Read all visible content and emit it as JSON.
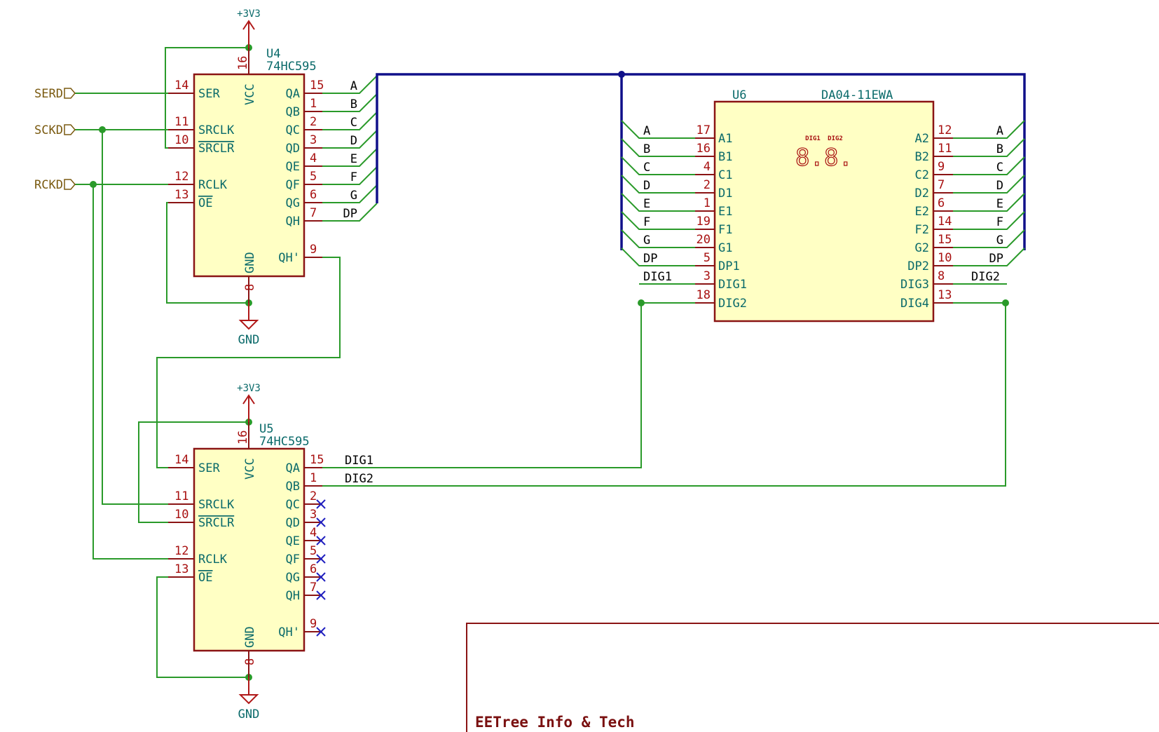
{
  "hierarchical_labels": {
    "serd": "SERD",
    "sckd": "SCKD",
    "rckd": "RCKD"
  },
  "power": {
    "vcc_u4": "+3V3",
    "vcc_u5": "+3V3",
    "gnd_u4": "GND",
    "gnd_u5": "GND"
  },
  "u4": {
    "ref": "U4",
    "value": "74HC595",
    "pins_left": [
      {
        "name": "SER",
        "num": "14"
      },
      {
        "name": "SRCLK",
        "num": "11"
      },
      {
        "name": "SRCLR",
        "num": "10"
      },
      {
        "name": "RCLK",
        "num": "12"
      },
      {
        "name": "OE",
        "num": "13"
      }
    ],
    "pins_right": [
      {
        "name": "QA",
        "num": "15",
        "net": "A"
      },
      {
        "name": "QB",
        "num": "1",
        "net": "B"
      },
      {
        "name": "QC",
        "num": "2",
        "net": "C"
      },
      {
        "name": "QD",
        "num": "3",
        "net": "D"
      },
      {
        "name": "QE",
        "num": "4",
        "net": "E"
      },
      {
        "name": "QF",
        "num": "5",
        "net": "F"
      },
      {
        "name": "QG",
        "num": "6",
        "net": "G"
      },
      {
        "name": "QH",
        "num": "7",
        "net": "DP"
      },
      {
        "name": "QH'",
        "num": "9",
        "net": ""
      }
    ],
    "vcc": {
      "name": "VCC",
      "num": "16"
    },
    "gnd": {
      "name": "GND",
      "num": "8"
    }
  },
  "u5": {
    "ref": "U5",
    "value": "74HC595",
    "pins_left": [
      {
        "name": "SER",
        "num": "14"
      },
      {
        "name": "SRCLK",
        "num": "11"
      },
      {
        "name": "SRCLR",
        "num": "10"
      },
      {
        "name": "RCLK",
        "num": "12"
      },
      {
        "name": "OE",
        "num": "13"
      }
    ],
    "pins_right": [
      {
        "name": "QA",
        "num": "15",
        "net": "DIG1"
      },
      {
        "name": "QB",
        "num": "1",
        "net": "DIG2"
      },
      {
        "name": "QC",
        "num": "2",
        "net": ""
      },
      {
        "name": "QD",
        "num": "3",
        "net": ""
      },
      {
        "name": "QE",
        "num": "4",
        "net": ""
      },
      {
        "name": "QF",
        "num": "5",
        "net": ""
      },
      {
        "name": "QG",
        "num": "6",
        "net": ""
      },
      {
        "name": "QH",
        "num": "7",
        "net": ""
      },
      {
        "name": "QH'",
        "num": "9",
        "net": ""
      }
    ],
    "vcc": {
      "name": "VCC",
      "num": "16"
    },
    "gnd": {
      "name": "GND",
      "num": "8"
    }
  },
  "u6": {
    "ref": "U6",
    "value": "DA04-11EWA",
    "display_text": "8.8.",
    "digit_labels": [
      "DIG1",
      "DIG2"
    ],
    "pins_left": [
      {
        "name": "A1",
        "num": "17",
        "net": "A"
      },
      {
        "name": "B1",
        "num": "16",
        "net": "B"
      },
      {
        "name": "C1",
        "num": "4",
        "net": "C"
      },
      {
        "name": "D1",
        "num": "2",
        "net": "D"
      },
      {
        "name": "E1",
        "num": "1",
        "net": "E"
      },
      {
        "name": "F1",
        "num": "19",
        "net": "F"
      },
      {
        "name": "G1",
        "num": "20",
        "net": "G"
      },
      {
        "name": "DP1",
        "num": "5",
        "net": "DP"
      },
      {
        "name": "DIG1",
        "num": "3",
        "net": "DIG1"
      },
      {
        "name": "DIG2",
        "num": "18",
        "net": ""
      }
    ],
    "pins_right": [
      {
        "name": "A2",
        "num": "12",
        "net": "A"
      },
      {
        "name": "B2",
        "num": "11",
        "net": "B"
      },
      {
        "name": "C2",
        "num": "9",
        "net": "C"
      },
      {
        "name": "D2",
        "num": "7",
        "net": "D"
      },
      {
        "name": "E2",
        "num": "6",
        "net": "E"
      },
      {
        "name": "F2",
        "num": "14",
        "net": "F"
      },
      {
        "name": "G2",
        "num": "15",
        "net": "G"
      },
      {
        "name": "DP2",
        "num": "10",
        "net": "DP"
      },
      {
        "name": "DIG3",
        "num": "8",
        "net": "DIG2"
      },
      {
        "name": "DIG4",
        "num": "13",
        "net": ""
      }
    ]
  },
  "title_block": {
    "company": "EETree Info & Tech"
  },
  "colors": {
    "wire": "#2a9a2a",
    "bus": "#10108a",
    "component_outline": "#8a1414",
    "component_fill": "#ffffc4",
    "pin_name": "#0a6a6a",
    "pin_number": "#a81010",
    "no_connect": "#2020c0",
    "hierarchical_label": "#7a5a10"
  }
}
